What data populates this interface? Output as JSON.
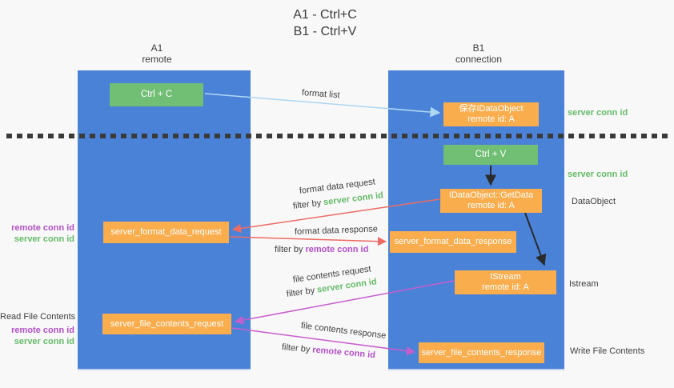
{
  "title": {
    "line1": "A1 - Ctrl+C",
    "line2": "B1 - Ctrl+V"
  },
  "columns": {
    "left": {
      "id": "A1",
      "name": "remote"
    },
    "right": {
      "id": "B1",
      "name": "connection"
    }
  },
  "nodes": {
    "ctrl_c": {
      "label": "Ctrl + C"
    },
    "ctrl_v": {
      "label": "Ctrl + V"
    },
    "save_dataobject": {
      "line1": "保存IDataObject",
      "line2": "remote id: A"
    },
    "getdata": {
      "line1": "IDataObject::GetData",
      "line2": "remote id: A"
    },
    "istream": {
      "line1": "IStream",
      "line2": "remote id: A"
    },
    "server_format_data_request": {
      "label": "server_format_data_request"
    },
    "server_format_data_response": {
      "label": "server_format_data_response"
    },
    "server_file_contents_request": {
      "label": "server_file_contents_request"
    },
    "server_file_contents_response": {
      "label": "server_file_contents_response"
    }
  },
  "annotations": {
    "format_list": "format list",
    "format_data_request": "format data request",
    "format_data_response": "format data response",
    "file_contents_request": "file contents request",
    "file_contents_response": "file contents response",
    "filter_by": "filter by",
    "server_conn_id": "server conn id",
    "remote_conn_id": "remote conn id"
  },
  "side_labels": {
    "left_format": {
      "line1": "remote conn id",
      "line2": "server conn id"
    },
    "read_file_contents": "Read File Contents",
    "left_file": {
      "line1": "remote conn id",
      "line2": "server conn id"
    },
    "server_conn_id_top": "server conn id",
    "server_conn_id_mid": "server conn id",
    "dataobject": "DataObject",
    "istream": "Istream",
    "write_file_contents": "Write File Contents"
  },
  "colors": {
    "lane": "#4a82d8",
    "node_orange": "#f9ad4d",
    "node_green": "#71bf74",
    "arrow_red": "#ee6b65",
    "arrow_magenta": "#c75ecd",
    "arrow_lightblue": "#aed7f2",
    "arrow_black": "#2b2b2b",
    "text_green": "#65bb68",
    "text_purple": "#b44fc9"
  }
}
